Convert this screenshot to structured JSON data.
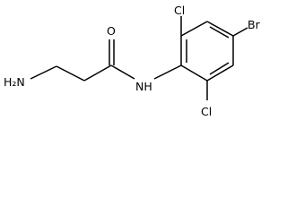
{
  "molecule": {
    "atoms": {
      "h2n": {
        "label": "H₂N"
      },
      "o": {
        "label": "O"
      },
      "nh": {
        "label": "NH"
      },
      "cl_top": {
        "label": "Cl"
      },
      "cl_bottom": {
        "label": "Cl"
      },
      "br": {
        "label": "Br"
      }
    }
  },
  "colors": {
    "bond": "#000000",
    "label": "#000000",
    "background": "#ffffff"
  }
}
